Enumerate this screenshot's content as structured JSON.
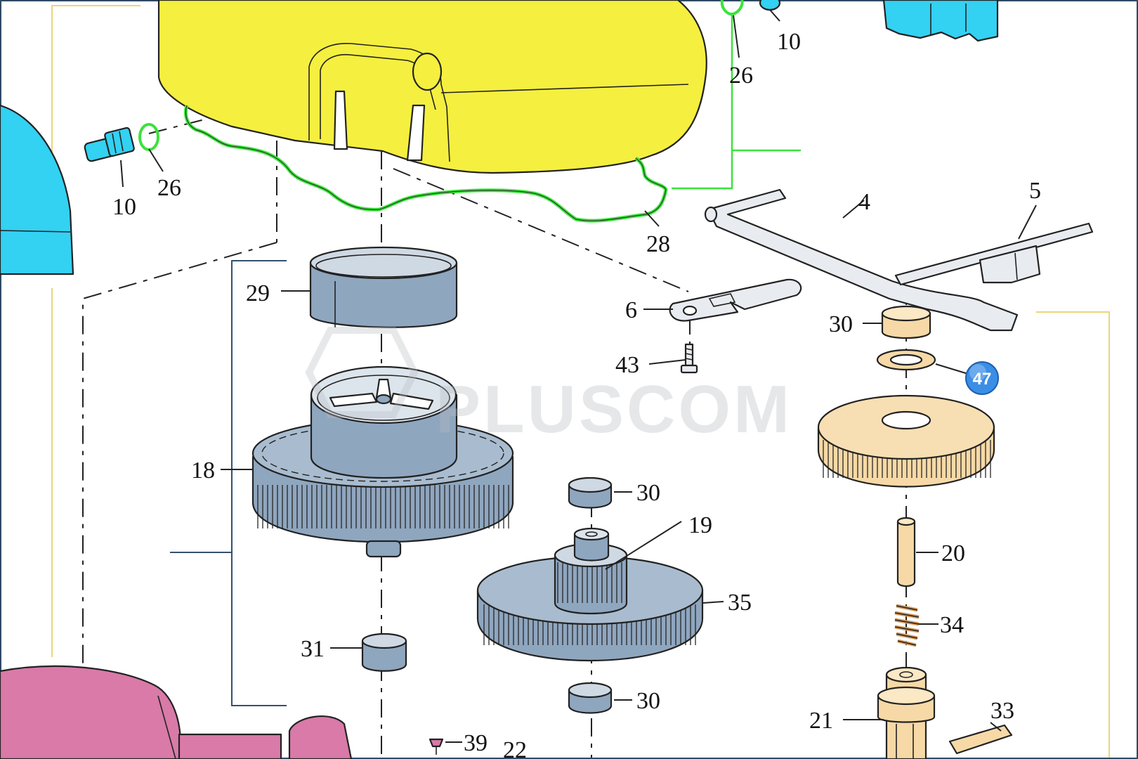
{
  "watermark": {
    "text": "PLUSCOM"
  },
  "callouts": [
    {
      "id": "c-10-left",
      "text": "10"
    },
    {
      "id": "c-26-left",
      "text": "26"
    },
    {
      "id": "c-10-top",
      "text": "10"
    },
    {
      "id": "c-26-top",
      "text": "26"
    },
    {
      "id": "c-28",
      "text": "28"
    },
    {
      "id": "c-29",
      "text": "29"
    },
    {
      "id": "c-4",
      "text": "4"
    },
    {
      "id": "c-5",
      "text": "5"
    },
    {
      "id": "c-6",
      "text": "6"
    },
    {
      "id": "c-43",
      "text": "43"
    },
    {
      "id": "c-30-right",
      "text": "30"
    },
    {
      "id": "c-18",
      "text": "18"
    },
    {
      "id": "c-30-mid-top",
      "text": "30"
    },
    {
      "id": "c-19",
      "text": "19"
    },
    {
      "id": "c-20",
      "text": "20"
    },
    {
      "id": "c-35",
      "text": "35"
    },
    {
      "id": "c-34",
      "text": "34"
    },
    {
      "id": "c-31",
      "text": "31"
    },
    {
      "id": "c-30-mid-bottom",
      "text": "30"
    },
    {
      "id": "c-21",
      "text": "21"
    },
    {
      "id": "c-33",
      "text": "33"
    },
    {
      "id": "c-39",
      "text": "39"
    },
    {
      "id": "c-22",
      "text": "22"
    }
  ],
  "badge": {
    "text": "47",
    "color": "#3a8ee6"
  },
  "colors": {
    "cover": "#f5ef3f",
    "gasket": "#3ce23c",
    "steel_blue": "#8fa6bf",
    "cyan": "#33d1f2",
    "tan": "#f6d9a6",
    "magenta": "#d97aa8",
    "frame_line": "#35506e",
    "guide_line": "#e8d67a"
  }
}
